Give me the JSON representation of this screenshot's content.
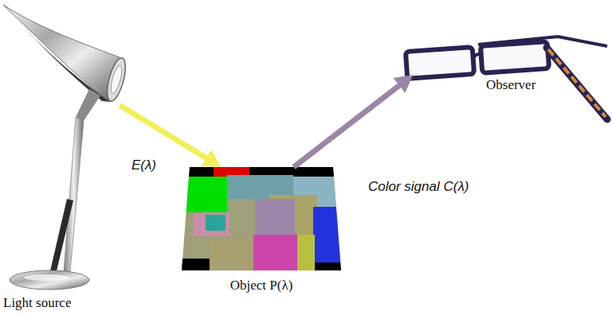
{
  "diagram": {
    "nodes": [
      {
        "text": [
          "Light source"
        ]
      },
      {
        "text": [
          "Object P(λ)"
        ]
      },
      {
        "text": [
          "Observer"
        ]
      }
    ],
    "edges": [
      {
        "from": 0,
        "to": 1,
        "arrow": "to",
        "label": "E(λ)"
      },
      {
        "from": 1,
        "to": 2,
        "arrow": "to",
        "label": "Color signal C(λ)"
      }
    ]
  }
}
